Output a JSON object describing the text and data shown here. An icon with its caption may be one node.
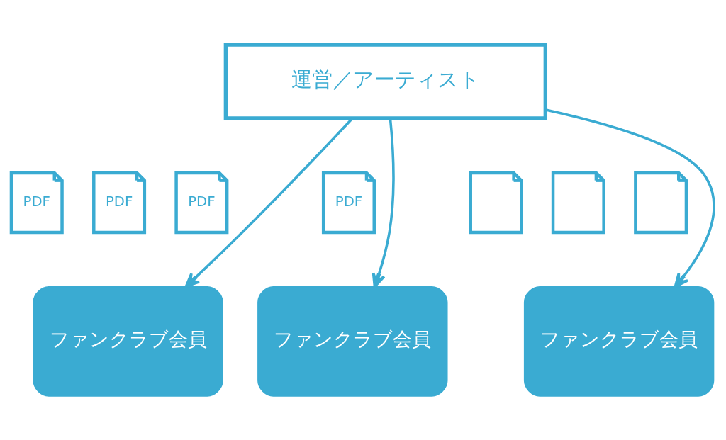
{
  "diagram": {
    "nodes": [
      {
        "text": [
          "運営／アーティスト"
        ]
      },
      {
        "text": [
          "PDF"
        ]
      },
      {
        "text": [
          "PDF"
        ]
      },
      {
        "text": [
          "PDF"
        ]
      },
      {
        "text": [
          "PDF"
        ]
      },
      {
        "text": [],
        "shape": "picture"
      },
      {
        "text": [],
        "shape": "picture"
      },
      {
        "text": [],
        "shape": "picture"
      },
      {
        "text": [
          "ファンクラブ会員"
        ]
      },
      {
        "text": [
          "ファンクラブ会員"
        ]
      },
      {
        "text": [
          "ファンクラブ会員"
        ]
      }
    ],
    "edges": [
      {
        "from": 0,
        "to": 8,
        "arrow": "to"
      },
      {
        "from": 0,
        "to": 9,
        "arrow": "to"
      },
      {
        "from": 0,
        "to": 10,
        "arrow": "to"
      }
    ]
  }
}
